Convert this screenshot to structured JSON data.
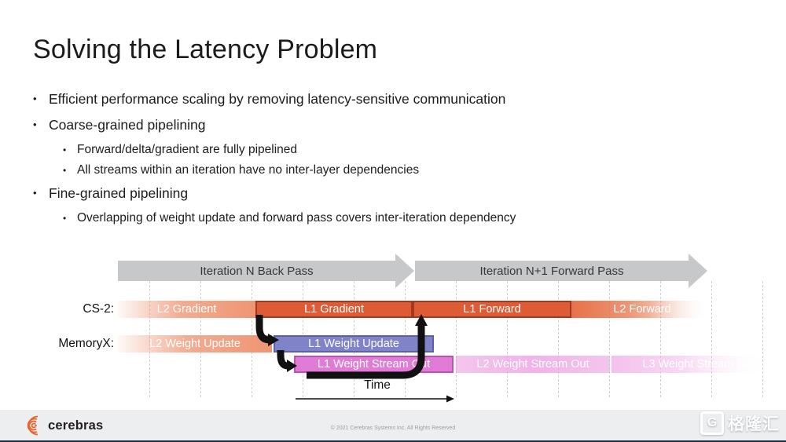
{
  "slide": {
    "title": "Solving the Latency Problem",
    "bullets": [
      {
        "level": 1,
        "text": "Efficient performance scaling by removing latency-sensitive communication"
      },
      {
        "level": 1,
        "text": "Coarse-grained pipelining"
      },
      {
        "level": 2,
        "text": "Forward/delta/gradient are fully pipelined"
      },
      {
        "level": 2,
        "text": "All streams within an iteration have no inter-layer dependencies"
      },
      {
        "level": 1,
        "text": "Fine-grained pipelining"
      },
      {
        "level": 2,
        "text": "Overlapping of weight update and forward pass covers inter-iteration dependency"
      }
    ]
  },
  "diagram": {
    "phase_arrows": [
      {
        "label": "Iteration N Back Pass"
      },
      {
        "label": "Iteration N+1 Forward Pass"
      }
    ],
    "rows": {
      "cs2": {
        "label": "CS-2:",
        "boxes": [
          {
            "label": "L2 Gradient",
            "style": "faded"
          },
          {
            "label": "L1 Gradient",
            "style": "solid"
          },
          {
            "label": "L1 Forward",
            "style": "solid"
          },
          {
            "label": "L2 Forward",
            "style": "fadeout"
          }
        ]
      },
      "memoryx": {
        "label": "MemoryX:",
        "boxes": [
          {
            "label": "L2 Weight Update",
            "style": "faded"
          },
          {
            "label": "L1 Weight Update",
            "style": "solid-purple"
          }
        ]
      },
      "stream": {
        "boxes": [
          {
            "label": "L1 Weight Stream Out",
            "style": "solid-pink"
          },
          {
            "label": "L2 Weight Stream Out",
            "style": "faded-pink"
          },
          {
            "label": "L3 Weight Stream Out",
            "style": "fadeout-pink"
          }
        ]
      }
    },
    "time_label": "Time"
  },
  "footer": {
    "logo_text": "cerebras",
    "copyright": "© 2021 Cerebras Systems Inc. All Rights Reserved"
  },
  "watermark": {
    "g": "G",
    "text": "格隆汇"
  },
  "colors": {
    "solid_orange": "#dd5b35",
    "orange_border": "#a03a1f",
    "faded_orange": "#ee9172",
    "purple": "#8183c8",
    "purple_border": "#5c5fa9",
    "pink": "#e07cd5",
    "pink_border": "#bc50b4",
    "gray_arrow": "#c6c8ca",
    "footer_band": "#eceeef"
  }
}
